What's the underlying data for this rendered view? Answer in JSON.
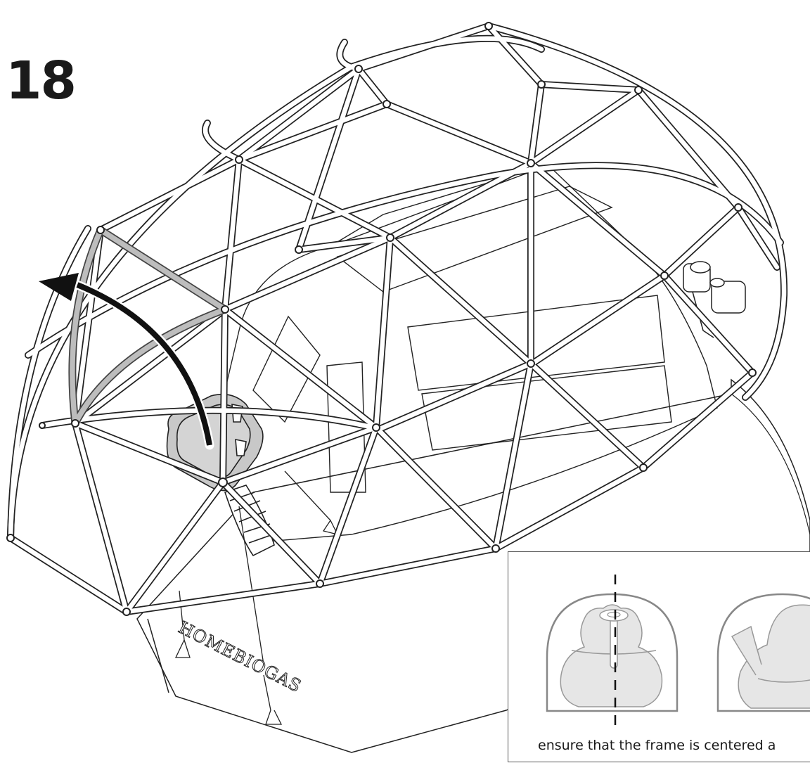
{
  "step": {
    "number": "18"
  },
  "unit": {
    "brand_text": "HOMEBIOGAS"
  },
  "inset": {
    "caption": "ensure that the frame is centered a"
  },
  "colors": {
    "line": "#222222",
    "highlight_frame": "#bdbdbd",
    "arrow": "#111111",
    "inset_fill": "#e6e6e6"
  }
}
